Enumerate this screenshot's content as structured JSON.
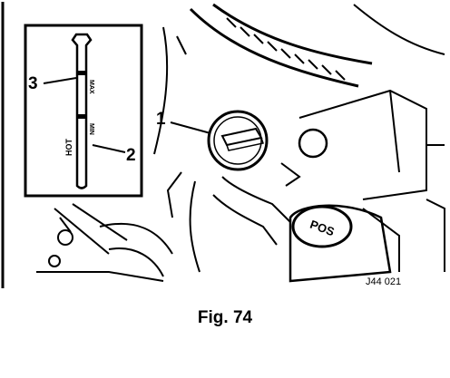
{
  "figure": {
    "caption": "Fig. 74",
    "code": "J44 021"
  },
  "callouts": [
    {
      "label": "1"
    },
    {
      "label": "2"
    },
    {
      "label": "3"
    }
  ],
  "dipstick": {
    "max_label": "MAX",
    "min_label": "MIN",
    "hot_label": "HOT"
  },
  "cap_label": "POS",
  "colors": {
    "ink": "#000000",
    "paper": "#ffffff"
  }
}
